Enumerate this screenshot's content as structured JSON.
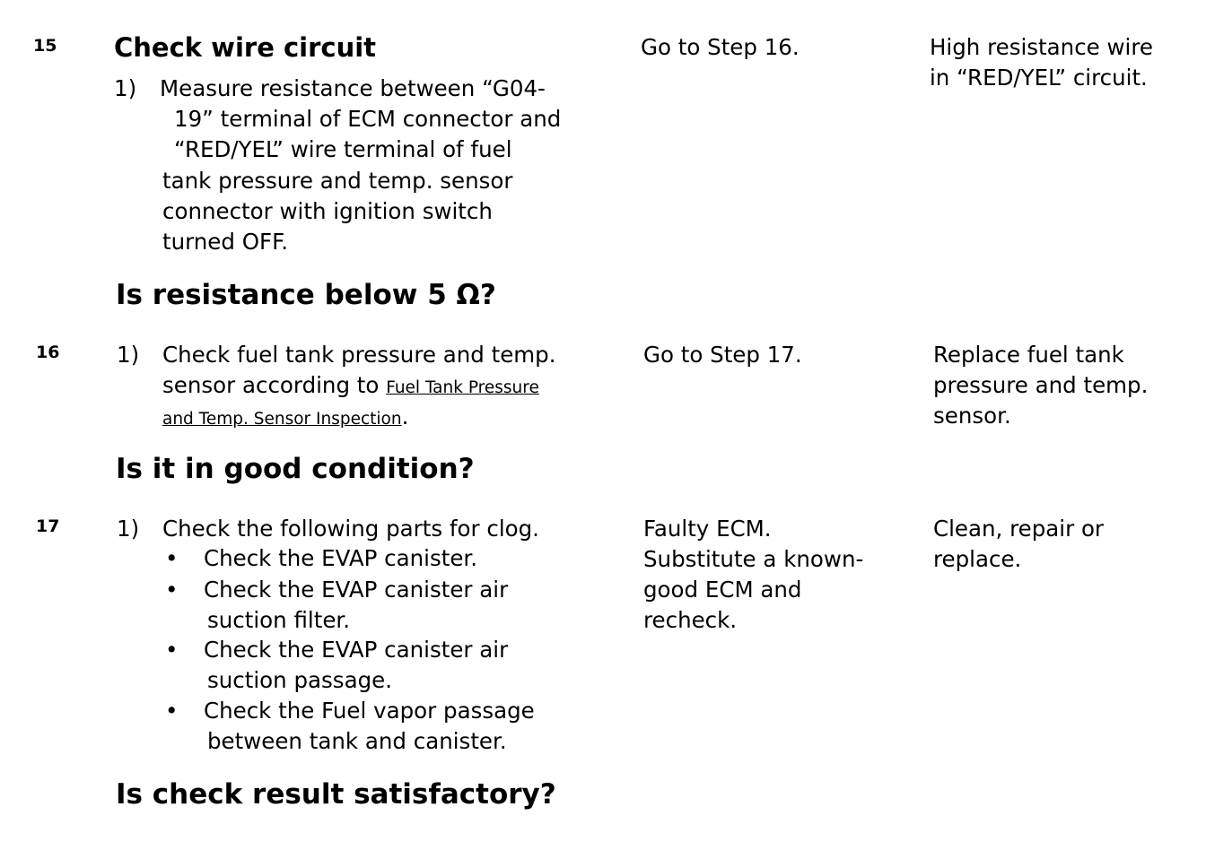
{
  "steps": [
    {
      "number": "15",
      "title": "Check wire circuit",
      "action_marker": "1)",
      "action_lines": [
        "Measure resistance between “G04-",
        "19” terminal of ECM connector and",
        "“RED/YEL” wire terminal of fuel",
        "tank pressure and temp. sensor",
        "connector with ignition switch",
        "turned OFF."
      ],
      "question": "Is resistance below 5 Ω?",
      "yes_lines": [
        "Go to Step 16."
      ],
      "no_lines": [
        "High resistance wire",
        "in “RED/YEL” circuit."
      ]
    },
    {
      "number": "16",
      "action_marker": "1)",
      "action_line1": "Check fuel tank pressure and temp.",
      "action_line2_prefix": "sensor according to ",
      "link_part1": "Fuel Tank Pressure",
      "link_part2": "and Temp. Sensor Inspection",
      "link_suffix": ".",
      "question": "Is it in good condition?",
      "yes_lines": [
        "Go to Step 17."
      ],
      "no_lines": [
        "Replace fuel tank",
        "pressure and temp.",
        "sensor."
      ]
    },
    {
      "number": "17",
      "action_marker": "1)",
      "action_line1": "Check the following parts for clog.",
      "bullet_glyph": "•",
      "bullets": [
        [
          "Check the EVAP canister."
        ],
        [
          "Check the EVAP canister air",
          "suction filter."
        ],
        [
          "Check the EVAP canister air",
          "suction passage."
        ],
        [
          "Check the Fuel vapor passage",
          "between tank and canister."
        ]
      ],
      "question": "Is check result satisfactory?",
      "yes_lines": [
        "Faulty ECM.",
        "Substitute a known-",
        "good ECM and",
        "recheck."
      ],
      "no_lines": [
        "Clean, repair or",
        "replace."
      ]
    }
  ]
}
